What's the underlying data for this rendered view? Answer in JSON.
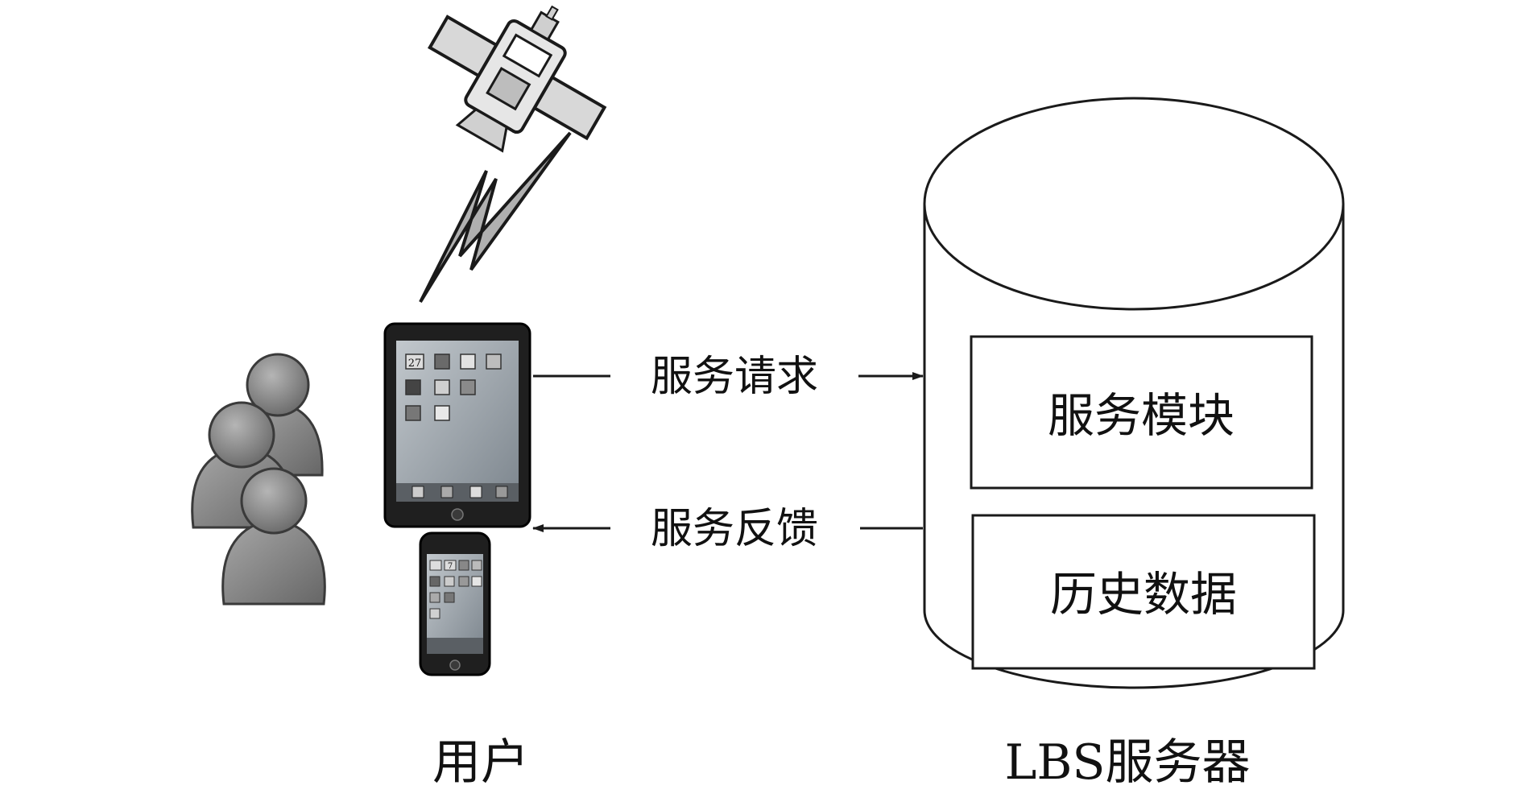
{
  "labels": {
    "user": "用户",
    "server": "LBS服务器",
    "request": "服务请求",
    "feedback": "服务反馈"
  },
  "server_modules": [
    {
      "label": "服务模块"
    },
    {
      "label": "历史数据"
    }
  ],
  "tablet_screen": {
    "date_icon": "27"
  },
  "phone_screen": {
    "date_icon": "7"
  },
  "icons": {
    "satellite": "satellite-icon",
    "signal": "lightning-signal-icon",
    "users": "user-group-icon",
    "tablet": "tablet-icon",
    "phone": "smartphone-icon",
    "database": "database-cylinder-icon"
  },
  "colors": {
    "line": "#1a1a1a",
    "figure_fill": "#8a8a8a",
    "figure_dark": "#555555",
    "device_body": "#1f1f1f",
    "screen_bg": "#9aa4ad"
  }
}
